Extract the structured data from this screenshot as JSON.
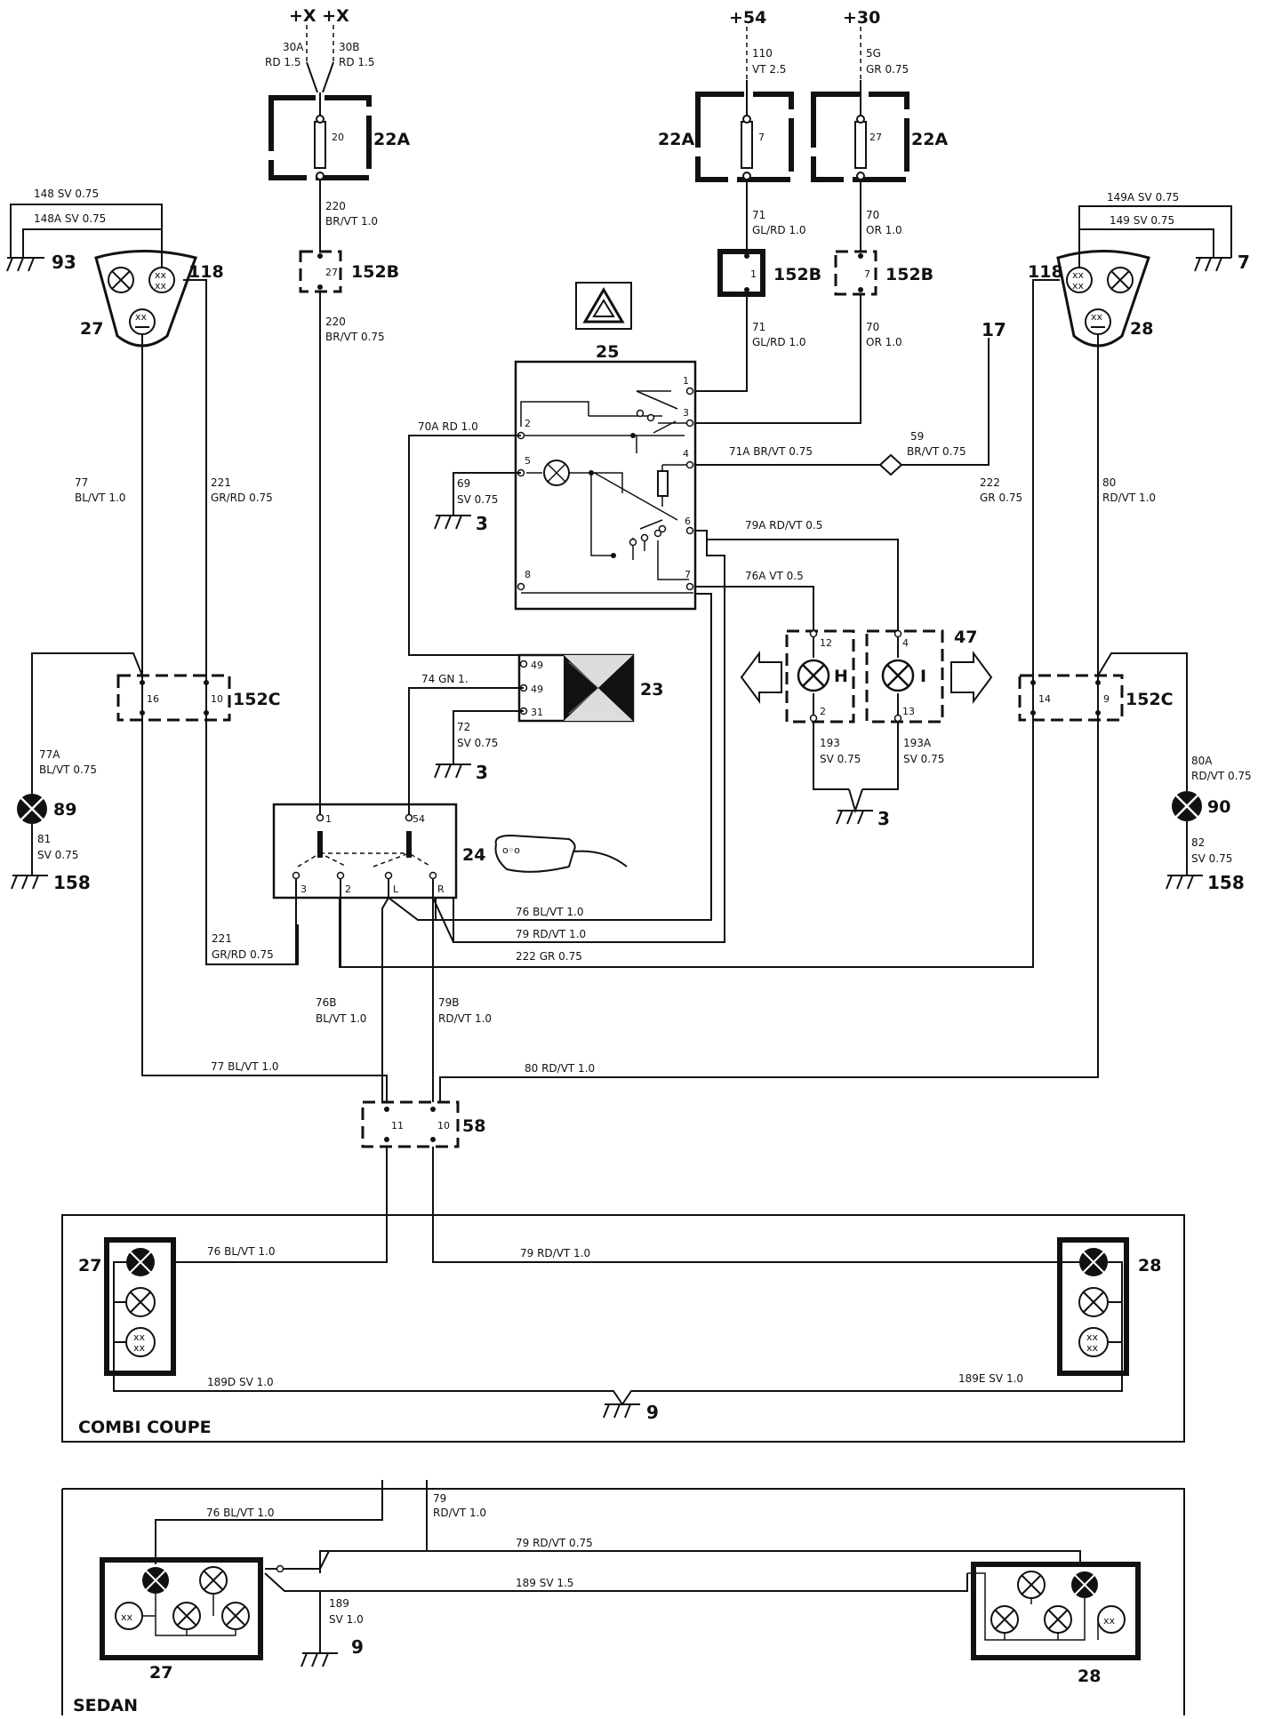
{
  "supplies": {
    "xx": "+X +X",
    "p54": "+54",
    "p30": "+30"
  },
  "wires": {
    "w30a": [
      "30A",
      "RD 1.5"
    ],
    "w30b": [
      "30B",
      "RD 1.5"
    ],
    "w110": [
      "110",
      "VT 2.5"
    ],
    "w5g": [
      "5G",
      "GR 0.75"
    ],
    "w220a": [
      "220",
      "BR/VT 1.0"
    ],
    "w220b": [
      "220",
      "BR/VT 0.75"
    ],
    "w71a": [
      "71",
      "GL/RD 1.0"
    ],
    "w71b": [
      "71",
      "GL/RD 1.0"
    ],
    "w70a": [
      "70",
      "OR 1.0"
    ],
    "w70b": [
      "70",
      "OR 1.0"
    ],
    "w148": "148 SV 0.75",
    "w148a": "148A SV 0.75",
    "w149a": "149A SV 0.75",
    "w149": "149 SV 0.75",
    "w77": [
      "77",
      "BL/VT 1.0"
    ],
    "w221": [
      "221",
      "GR/RD 0.75"
    ],
    "w222": [
      "222",
      "GR 0.75"
    ],
    "w80": [
      "80",
      "RD/VT 1.0"
    ],
    "w70arw": "70A RD 1.0",
    "w69": [
      "69",
      "SV 0.75"
    ],
    "w71abr": "71A BR/VT 0.75",
    "w59": [
      "59",
      "BR/VT 0.75"
    ],
    "w79a": "79A RD/VT 0.5",
    "w76a": "76A VT 0.5",
    "w74": "74 GN 1.",
    "w72": [
      "72",
      "SV 0.75"
    ],
    "w77a": [
      "77A",
      "BL/VT 0.75"
    ],
    "w81": [
      "81",
      "SV 0.75"
    ],
    "w80a": [
      "80A",
      "RD/VT 0.75"
    ],
    "w82": [
      "82",
      "SV 0.75"
    ],
    "w193": [
      "193",
      "SV 0.75"
    ],
    "w193a": [
      "193A",
      "SV 0.75"
    ],
    "w76bl": "76 BL/VT 1.0",
    "w79rd": "79 RD/VT 1.0",
    "w222gr": "222 GR 0.75",
    "w221b": [
      "221",
      "GR/RD 0.75"
    ],
    "w76b": [
      "76B",
      "BL/VT 1.0"
    ],
    "w79b": [
      "79B",
      "RD/VT 1.0"
    ],
    "w77bot": "77 BL/VT 1.0",
    "w80bot": "80 RD/VT 1.0",
    "wc76": "76 BL/VT 1.0",
    "wc79": "79 RD/VT 1.0",
    "w189d": "189D SV 1.0",
    "w189e": "189E SV 1.0",
    "ws76": "76 BL/VT 1.0",
    "ws79": [
      "79",
      "RD/VT 1.0"
    ],
    "ws79b": "79 RD/VT 0.75",
    "ws189": "189 SV 1.5",
    "ws189b": [
      "189",
      "SV 1.0"
    ]
  },
  "components": {
    "f22a_l": "22A",
    "f22a_m": "22A",
    "f22a_r": "22A",
    "c152b_l": "152B",
    "c152b_m": "152B",
    "c152b_r": "152B",
    "c152c_l": "152C",
    "c152c_r": "152C",
    "c25": "25",
    "c23": "23",
    "c24": "24",
    "c47": "47",
    "c58": "58",
    "c27": "27",
    "c28": "28",
    "c118_l": "118",
    "c118_r": "118",
    "c89": "89",
    "c90": "90",
    "c17": "17",
    "g93": "93",
    "g7": "7",
    "g3a": "3",
    "g3b": "3",
    "g3c": "3",
    "g158l": "158",
    "g158r": "158",
    "g9a": "9",
    "g9b": "9",
    "cc27": "27",
    "cc28": "28",
    "cs27": "27",
    "cs28": "28"
  },
  "pins": {
    "fuse20": "20",
    "fuse7": "7",
    "fuse27": "27",
    "p27": "27",
    "p1": "1",
    "p7": "7",
    "p16": "16",
    "p10": "10",
    "p14": "14",
    "p9": "9",
    "s1": "1",
    "s2": "2",
    "s3": "3",
    "s4": "4",
    "s5": "5",
    "s6": "6",
    "s7": "7",
    "s8": "8",
    "f49a": "49",
    "f49": "49",
    "f31": "31",
    "k12": "12",
    "k2": "2",
    "k4": "4",
    "k13": "13",
    "kH": "H",
    "kI": "I",
    "t1": "1",
    "t54": "54",
    "t3": "3",
    "t2": "2",
    "tL": "L",
    "tR": "R",
    "c11": "11",
    "c10": "10"
  },
  "sections": {
    "combi": "COMBI COUPE",
    "sedan": "SEDAN"
  }
}
